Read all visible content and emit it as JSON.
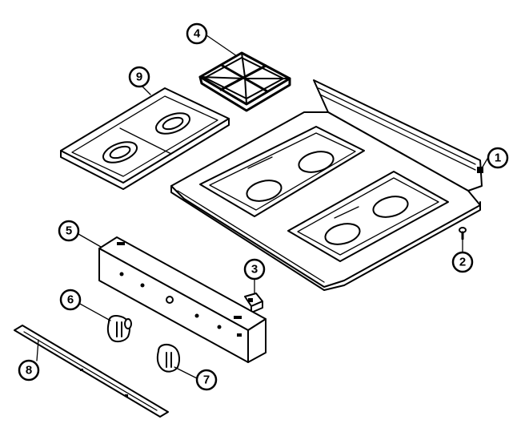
{
  "callouts": {
    "c1": "1",
    "c2": "2",
    "c3": "3",
    "c4": "4",
    "c5": "5",
    "c6": "6",
    "c7": "7",
    "c8": "8",
    "c9": "9"
  },
  "parts": [
    {
      "id": "1",
      "icon": "cooktop-main-top"
    },
    {
      "id": "2",
      "icon": "screw"
    },
    {
      "id": "3",
      "icon": "ignition-switch"
    },
    {
      "id": "4",
      "icon": "burner-grate"
    },
    {
      "id": "5",
      "icon": "control-panel"
    },
    {
      "id": "6",
      "icon": "control-knob"
    },
    {
      "id": "7",
      "icon": "control-knob"
    },
    {
      "id": "8",
      "icon": "trim-strip"
    },
    {
      "id": "9",
      "icon": "burner-pan-top"
    }
  ]
}
